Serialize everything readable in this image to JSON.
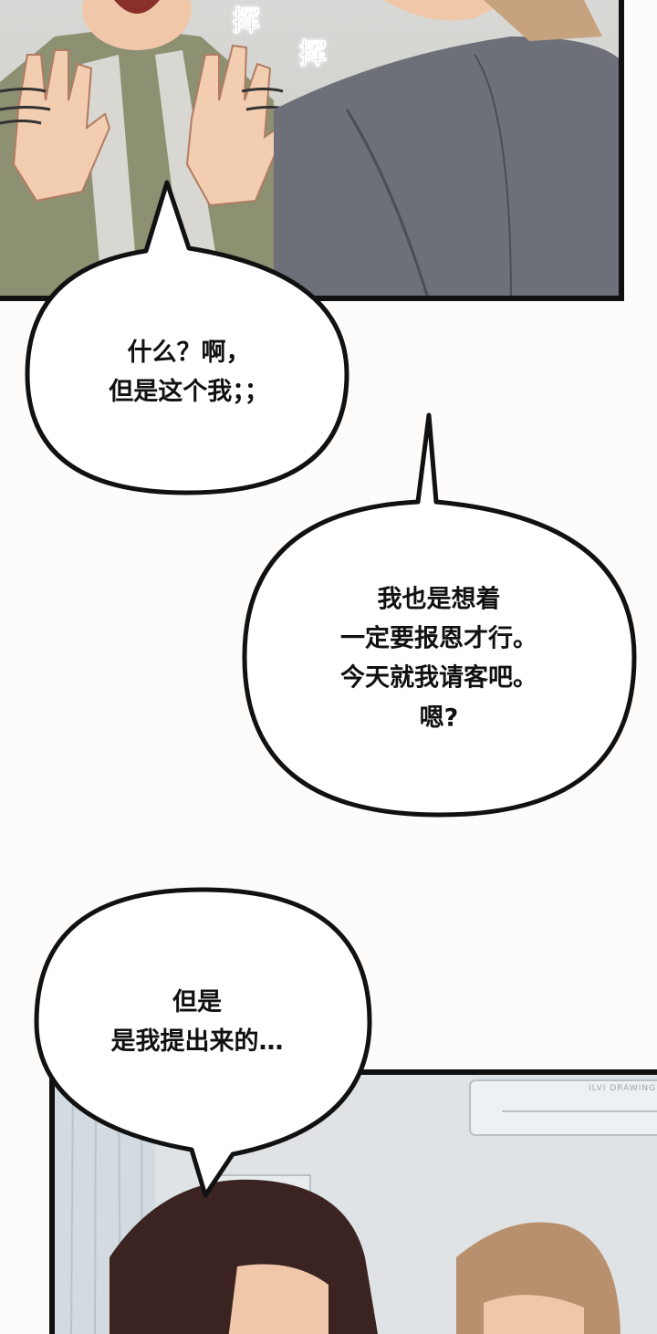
{
  "panels": {
    "top": {
      "sfx": [
        "挥",
        "挥"
      ]
    },
    "bottom": {
      "watermark": "ILVI DRAWING"
    }
  },
  "bubbles": [
    {
      "text": "什么？啊，\n但是这个我；；"
    },
    {
      "text": "我也是想着\n一定要报恩才行。\n今天就我请客吧。\n嗯?"
    },
    {
      "text": "但是\n是我提出来的…"
    }
  ],
  "colors": {
    "skin": "#f0c7a8",
    "olive_shirt": "#8e9072",
    "grey_jacket": "#6d7079",
    "dark_hair": "#3a2320",
    "light_hair": "#b8906e",
    "panel_border": "#111111"
  }
}
